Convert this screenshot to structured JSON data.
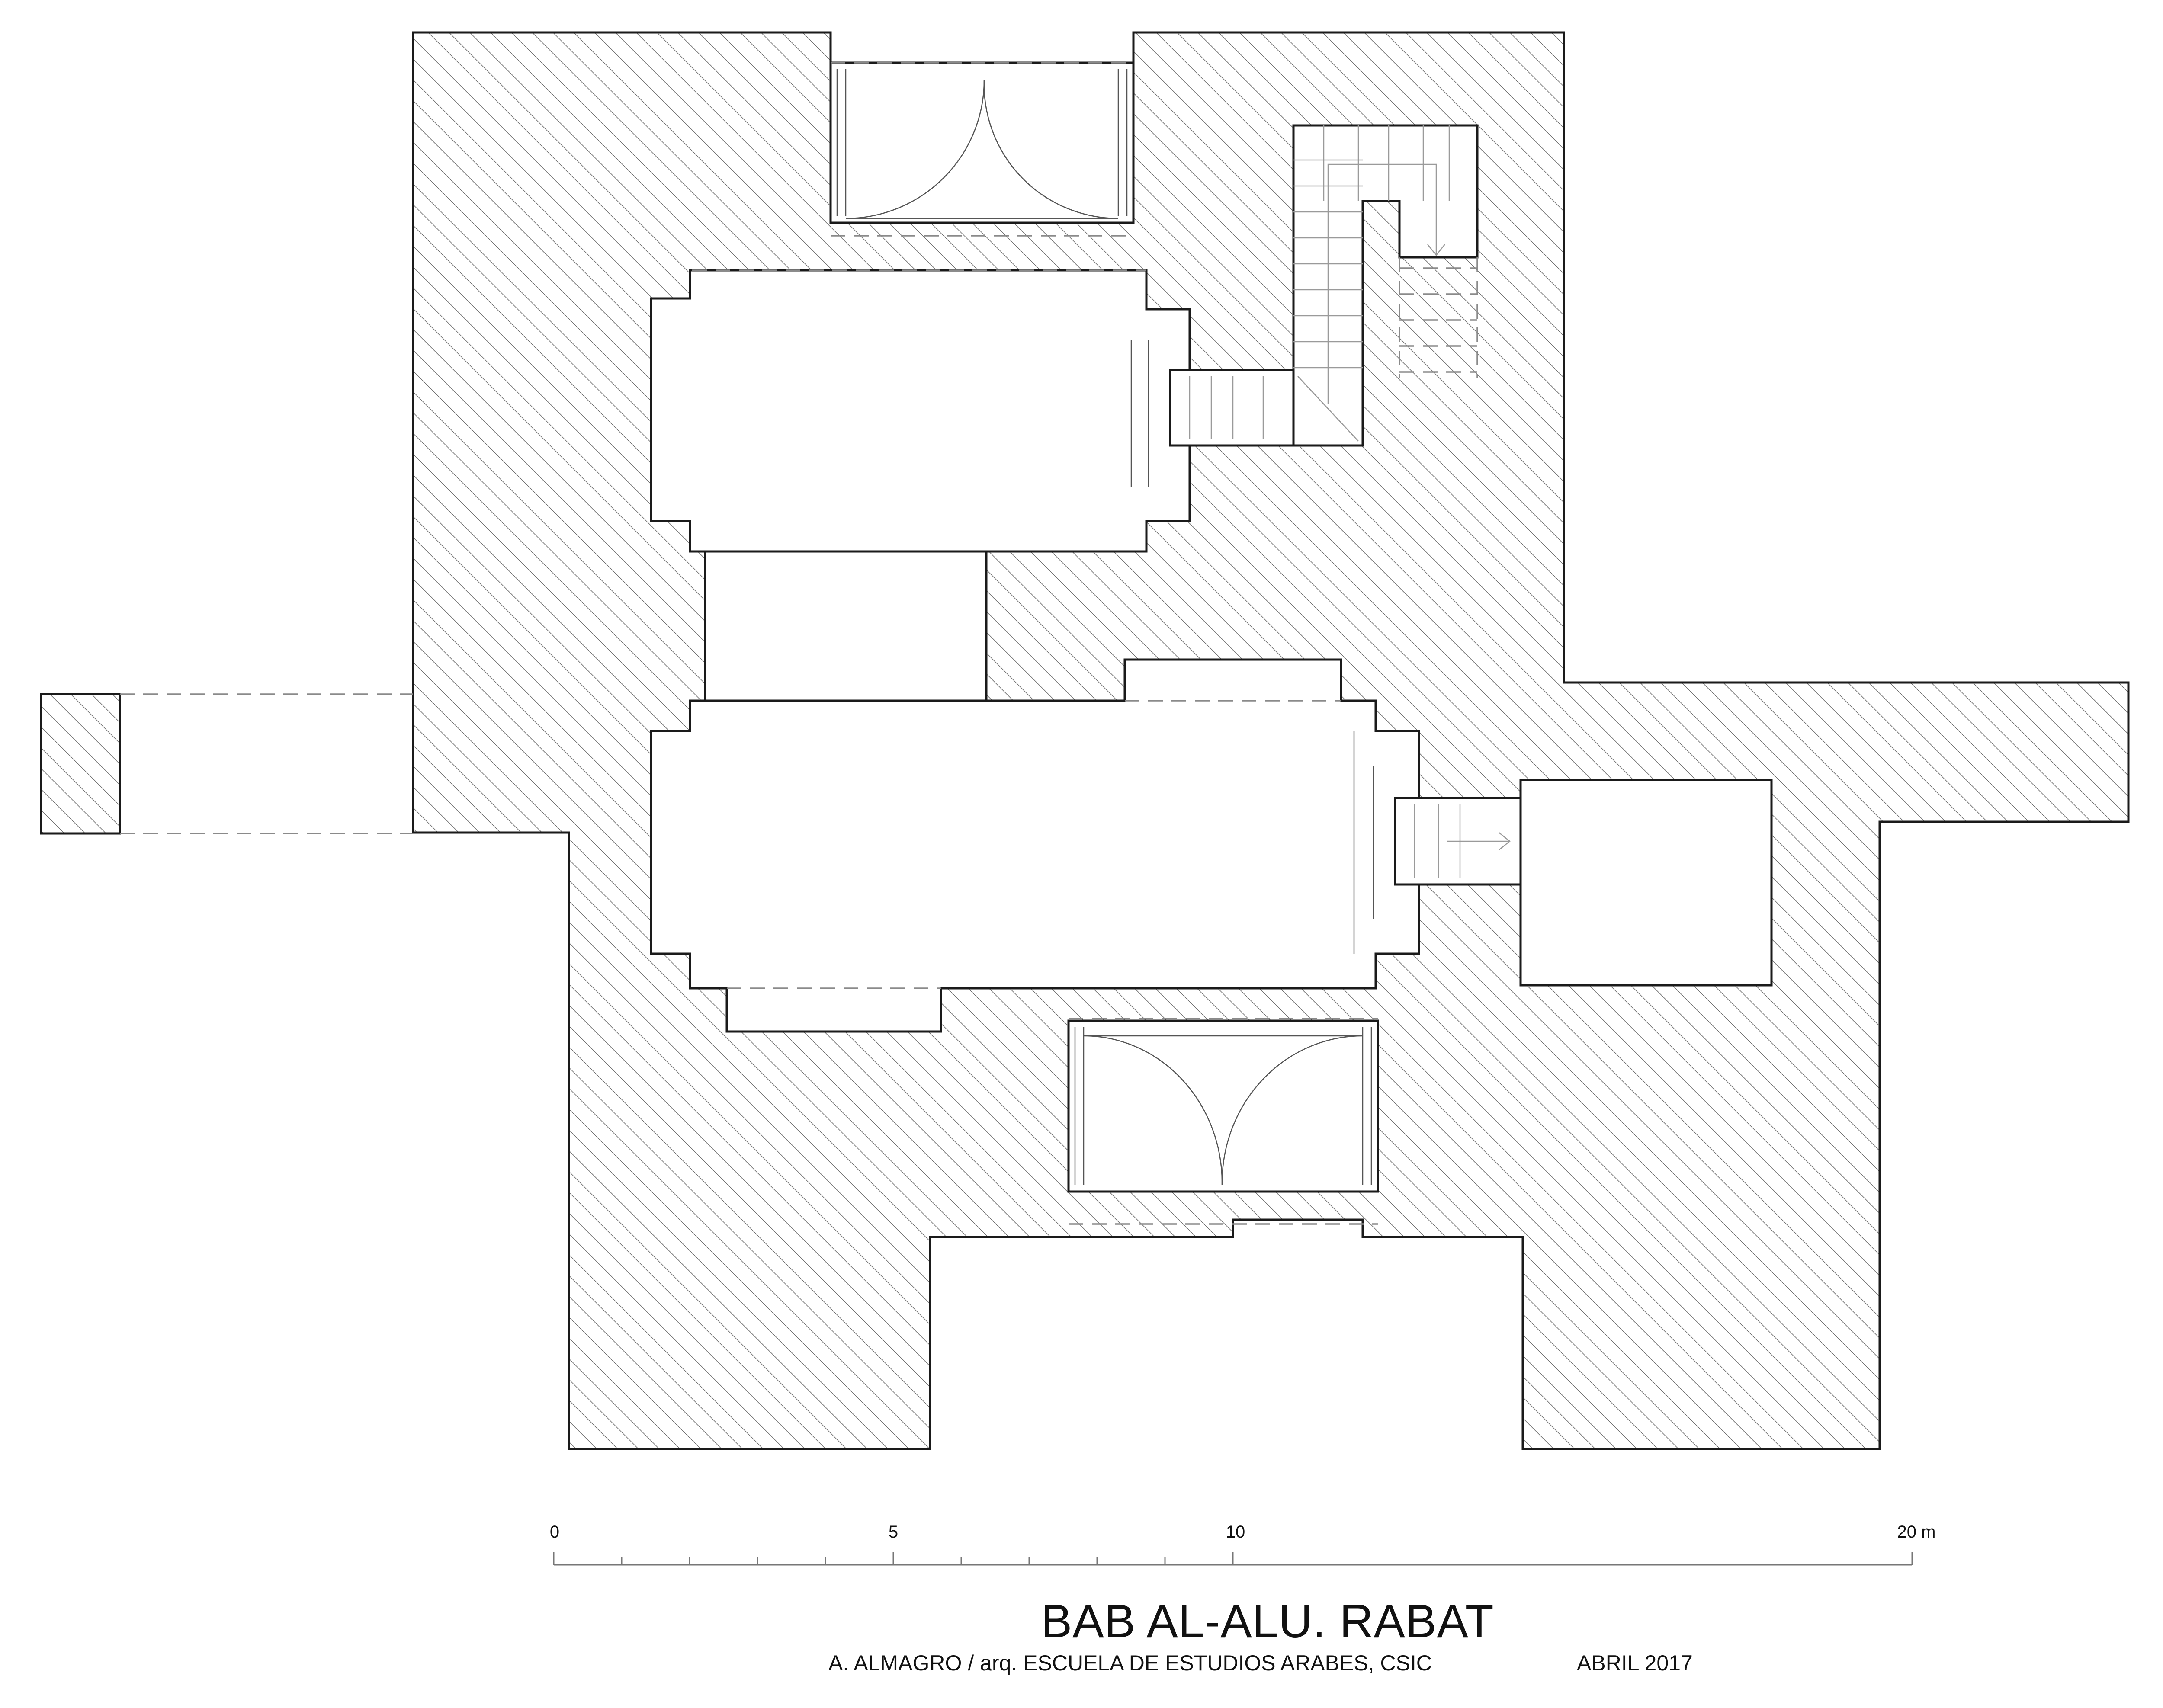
{
  "drawing": {
    "title": "BAB AL-ALU. RABAT",
    "credit": "A. ALMAGRO / arq. ESCUELA DE ESTUDIOS ARABES, CSIC",
    "date": "ABRIL 2017"
  },
  "scale_bar": {
    "labels": [
      "0",
      "5",
      "10",
      "20 m"
    ],
    "values_m": [
      0,
      5,
      10,
      20
    ]
  },
  "plan": {
    "elements": [
      "north-gate-doors",
      "upper-vestibule",
      "stair-tower",
      "central-hall",
      "east-room",
      "south-gate-doors",
      "west-wall-stub",
      "east-wall-extension"
    ],
    "colors": {
      "line": "#1a1a1a",
      "hatch": "#6f6f6f",
      "hidden": "#8a8a8a"
    }
  }
}
